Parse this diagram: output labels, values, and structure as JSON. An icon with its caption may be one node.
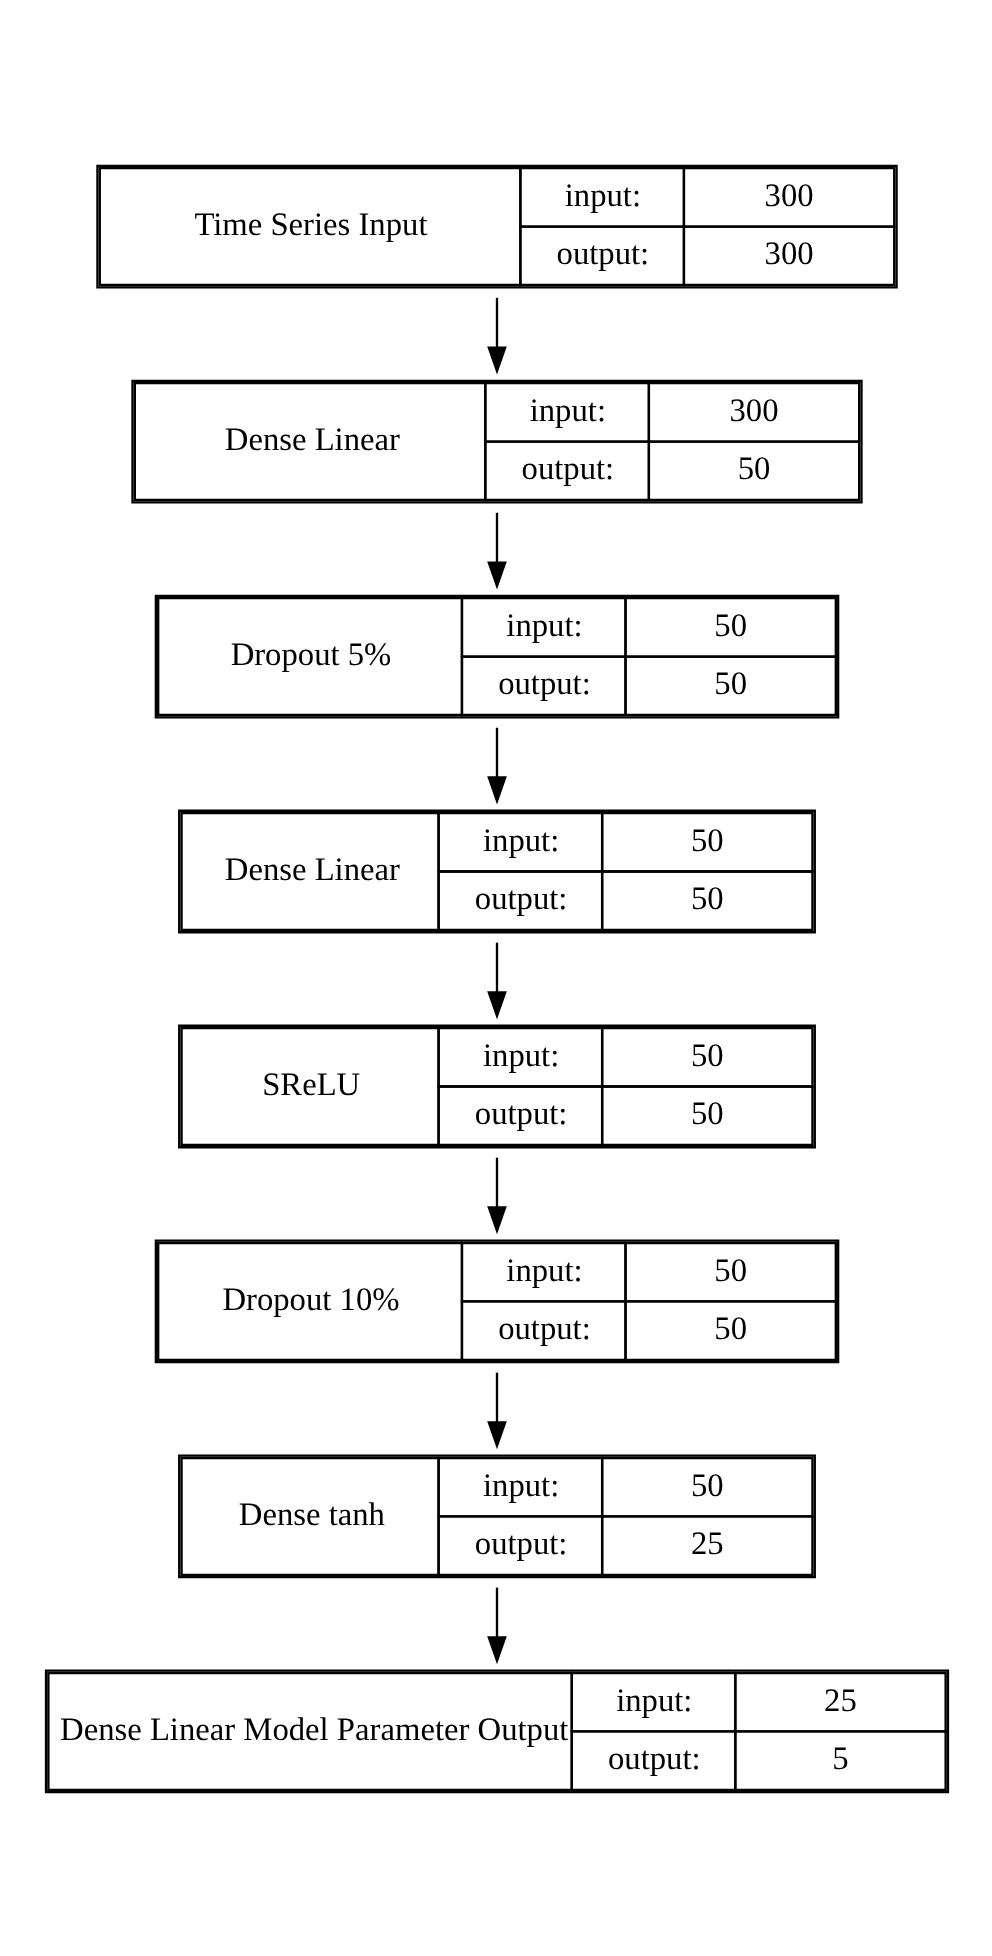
{
  "diagram": {
    "nodes": [
      {
        "text": [
          "Time Series Input",
          "input:",
          "300",
          "output:",
          "300"
        ]
      },
      {
        "text": [
          "Dense Linear",
          "input:",
          "300",
          "output:",
          "50"
        ]
      },
      {
        "text": [
          "Dropout 5%",
          "input:",
          "50",
          "output:",
          "50"
        ]
      },
      {
        "text": [
          "Dense Linear",
          "input:",
          "50",
          "output:",
          "50"
        ]
      },
      {
        "text": [
          "SReLU",
          "input:",
          "50",
          "output:",
          "50"
        ]
      },
      {
        "text": [
          "Dropout 10%",
          "input:",
          "50",
          "output:",
          "50"
        ]
      },
      {
        "text": [
          "Dense tanh",
          "input:",
          "50",
          "output:",
          "25"
        ]
      },
      {
        "text": [
          "Dense Linear Model Parameter Output",
          "input:",
          "25",
          "output:",
          "5"
        ]
      }
    ],
    "edges": [
      {
        "from": 0,
        "to": 1,
        "arrow": "to"
      },
      {
        "from": 1,
        "to": 2,
        "arrow": "to"
      },
      {
        "from": 2,
        "to": 3,
        "arrow": "to"
      },
      {
        "from": 3,
        "to": 4,
        "arrow": "to"
      },
      {
        "from": 4,
        "to": 5,
        "arrow": "to"
      },
      {
        "from": 5,
        "to": 6,
        "arrow": "to"
      },
      {
        "from": 6,
        "to": 7,
        "arrow": "to"
      }
    ]
  }
}
